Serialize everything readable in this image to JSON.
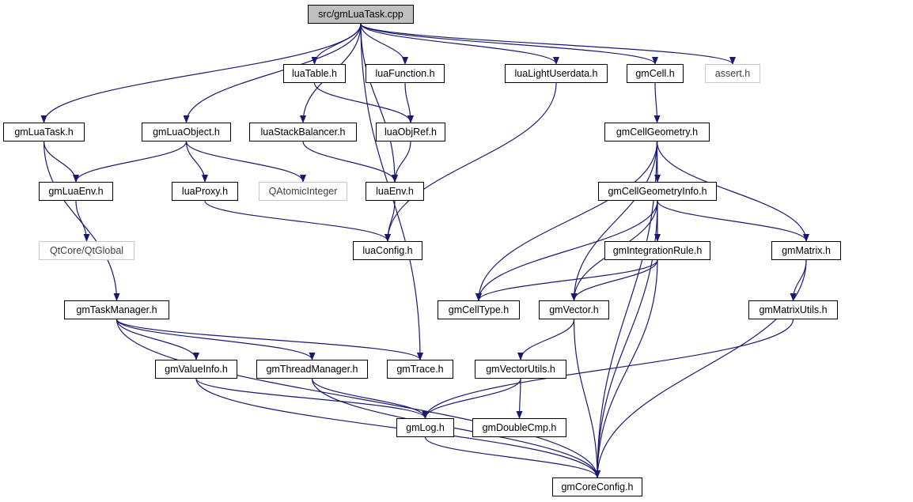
{
  "diagram": {
    "root": "src/gmLuaTask.cpp",
    "colors": {
      "edge": "#191970",
      "border": "#000000",
      "external_border": "#c8c8c8",
      "root_fill": "#bfbfbf"
    },
    "nodes": {
      "root": "src/gmLuaTask.cpp",
      "lua_table": "luaTable.h",
      "lua_function": "luaFunction.h",
      "lua_light_userdata": "luaLightUserdata.h",
      "gm_cell": "gmCell.h",
      "assert": "assert.h",
      "gm_lua_task": "gmLuaTask.h",
      "gm_lua_object": "gmLuaObject.h",
      "lua_stack_balancer": "luaStackBalancer.h",
      "lua_obj_ref": "luaObjRef.h",
      "gm_cell_geometry": "gmCellGeometry.h",
      "gm_lua_env": "gmLuaEnv.h",
      "lua_proxy": "luaProxy.h",
      "qatomic_integer": "QAtomicInteger",
      "lua_env": "luaEnv.h",
      "gm_cell_geometry_info": "gmCellGeometryInfo.h",
      "qt_global": "QtCore/QtGlobal",
      "lua_config": "luaConfig.h",
      "gm_integration_rule": "gmIntegrationRule.h",
      "gm_matrix": "gmMatrix.h",
      "gm_task_manager": "gmTaskManager.h",
      "gm_cell_type": "gmCellType.h",
      "gm_vector": "gmVector.h",
      "gm_matrix_utils": "gmMatrixUtils.h",
      "gm_value_info": "gmValueInfo.h",
      "gm_thread_manager": "gmThreadManager.h",
      "gm_trace": "gmTrace.h",
      "gm_vector_utils": "gmVectorUtils.h",
      "gm_log": "gmLog.h",
      "gm_double_cmp": "gmDoubleCmp.h",
      "gm_core_config": "gmCoreConfig.h"
    },
    "external_nodes": [
      "assert",
      "qatomic_integer",
      "qt_global"
    ],
    "edges": [
      [
        "root",
        "gm_lua_task"
      ],
      [
        "root",
        "gm_lua_object"
      ],
      [
        "root",
        "lua_stack_balancer"
      ],
      [
        "root",
        "lua_table"
      ],
      [
        "root",
        "lua_function"
      ],
      [
        "root",
        "lua_env"
      ],
      [
        "root",
        "lua_light_userdata"
      ],
      [
        "root",
        "gm_cell"
      ],
      [
        "root",
        "assert"
      ],
      [
        "root",
        "gm_trace"
      ],
      [
        "lua_table",
        "lua_obj_ref"
      ],
      [
        "lua_function",
        "lua_obj_ref"
      ],
      [
        "lua_obj_ref",
        "lua_env"
      ],
      [
        "lua_stack_balancer",
        "lua_env"
      ],
      [
        "lua_env",
        "lua_config"
      ],
      [
        "lua_light_userdata",
        "lua_config"
      ],
      [
        "lua_proxy",
        "lua_config"
      ],
      [
        "gm_lua_object",
        "gm_lua_env"
      ],
      [
        "gm_lua_object",
        "lua_proxy"
      ],
      [
        "gm_lua_object",
        "qatomic_integer"
      ],
      [
        "gm_lua_task",
        "gm_lua_env"
      ],
      [
        "gm_lua_task",
        "gm_task_manager"
      ],
      [
        "gm_lua_env",
        "qt_global"
      ],
      [
        "gm_task_manager",
        "gm_value_info"
      ],
      [
        "gm_task_manager",
        "gm_thread_manager"
      ],
      [
        "gm_task_manager",
        "gm_trace"
      ],
      [
        "gm_task_manager",
        "gm_core_config"
      ],
      [
        "gm_value_info",
        "gm_log"
      ],
      [
        "gm_value_info",
        "gm_core_config"
      ],
      [
        "gm_thread_manager",
        "gm_log"
      ],
      [
        "gm_thread_manager",
        "gm_core_config"
      ],
      [
        "gm_cell",
        "gm_cell_geometry"
      ],
      [
        "gm_cell_geometry",
        "gm_cell_geometry_info"
      ],
      [
        "gm_cell_geometry",
        "gm_matrix"
      ],
      [
        "gm_cell_geometry",
        "gm_cell_type"
      ],
      [
        "gm_cell_geometry",
        "gm_vector"
      ],
      [
        "gm_cell_geometry",
        "gm_core_config"
      ],
      [
        "gm_cell_geometry_info",
        "gm_integration_rule"
      ],
      [
        "gm_cell_geometry_info",
        "gm_matrix"
      ],
      [
        "gm_cell_geometry_info",
        "gm_cell_type"
      ],
      [
        "gm_cell_geometry_info",
        "gm_vector"
      ],
      [
        "gm_cell_geometry_info",
        "gm_core_config"
      ],
      [
        "gm_integration_rule",
        "gm_cell_type"
      ],
      [
        "gm_integration_rule",
        "gm_vector"
      ],
      [
        "gm_integration_rule",
        "gm_core_config"
      ],
      [
        "gm_matrix",
        "gm_matrix_utils"
      ],
      [
        "gm_matrix",
        "gm_core_config"
      ],
      [
        "gm_matrix_utils",
        "gm_log"
      ],
      [
        "gm_vector",
        "gm_vector_utils"
      ],
      [
        "gm_vector",
        "gm_core_config"
      ],
      [
        "gm_vector_utils",
        "gm_log"
      ],
      [
        "gm_vector_utils",
        "gm_double_cmp"
      ],
      [
        "gm_log",
        "gm_core_config"
      ]
    ]
  }
}
